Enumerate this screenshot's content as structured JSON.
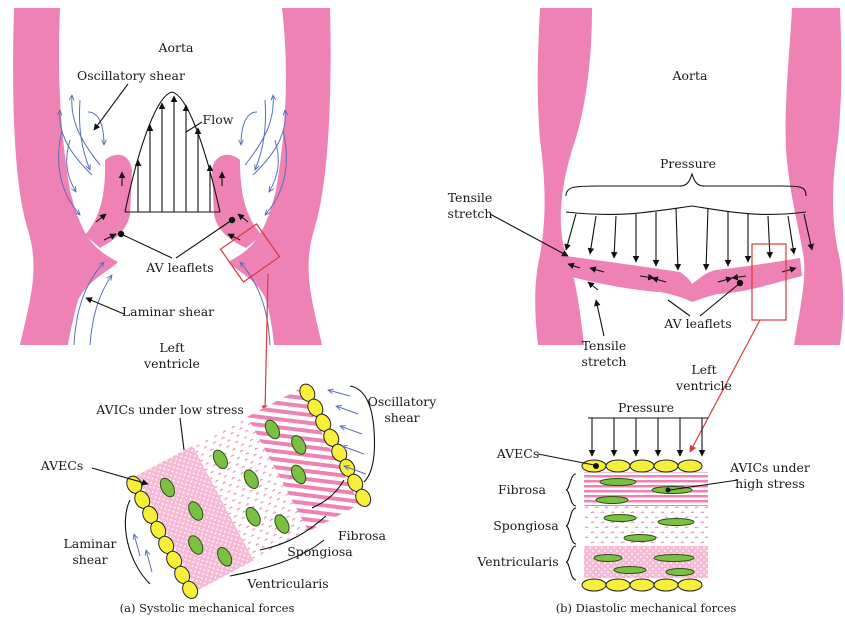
{
  "panel_a": {
    "aorta": "Aorta",
    "oscillatory_shear": "Oscillatory shear",
    "flow": "Flow",
    "av_leaflets": "AV leaflets",
    "laminar_shear": "Laminar shear",
    "left_ventricle_1": "Left",
    "left_ventricle_2": "ventricle",
    "avics_low": "AVICs under low stress",
    "osc_shear_1": "Oscillatory",
    "osc_shear_2": "shear",
    "avecs": "AVECs",
    "laminar_1": "Laminar",
    "laminar_2": "shear",
    "fibrosa": "Fibrosa",
    "spongiosa": "Spongiosa",
    "ventricularis": "Ventricularis",
    "caption": "(a)  Systolic mechanical forces"
  },
  "panel_b": {
    "aorta": "Aorta",
    "pressure": "Pressure",
    "tensile_1": "Tensile",
    "tensile_2": "stretch",
    "tensile_b1": "Tensile",
    "tensile_b2": "stretch",
    "av_leaflets": "AV leaflets",
    "left_ventricle_1": "Left",
    "left_ventricle_2": "ventricle",
    "pressure_2": "Pressure",
    "avecs": "AVECs",
    "avics_high_1": "AVICs under",
    "avics_high_2": "high stress",
    "fibrosa": "Fibrosa",
    "spongiosa": "Spongiosa",
    "ventricularis": "Ventricularis",
    "caption": "(b)  Diastolic mechanical forces"
  },
  "colors": {
    "tissue": "#ee82b4",
    "flow_lines": "#5a6fb8",
    "cells": "#f7ef3a",
    "nuclei": "#7ac143",
    "callout": "#d83b3b"
  }
}
